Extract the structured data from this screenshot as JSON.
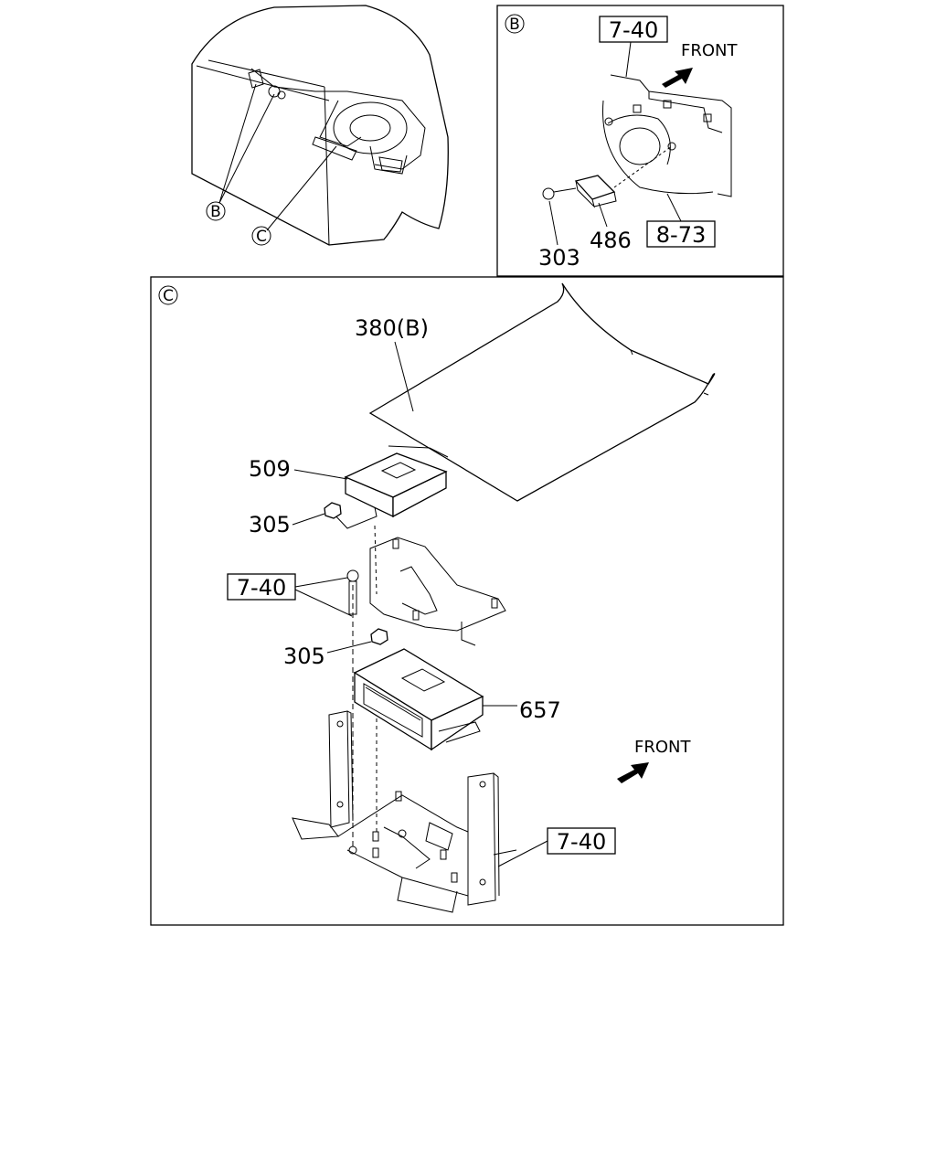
{
  "overview": {
    "callout_b": "B",
    "callout_c": "C"
  },
  "detail_b": {
    "marker": "B",
    "ref_top": "7-40",
    "front_label": "FRONT",
    "part_486": "486",
    "part_303": "303",
    "ref_bottom": "8-73"
  },
  "detail_c": {
    "marker": "C",
    "part_380b": "380(B)",
    "part_509": "509",
    "part_305_upper": "305",
    "ref_left": "7-40",
    "part_305_lower": "305",
    "part_657": "657",
    "front_label": "FRONT",
    "ref_bottom": "7-40"
  }
}
